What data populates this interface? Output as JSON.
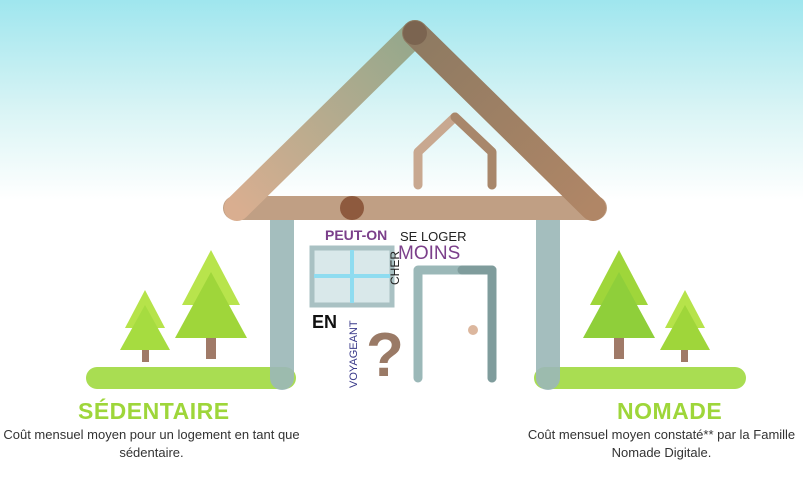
{
  "question": {
    "part1": "PEUT-ON",
    "part2": "SE LOGER",
    "part3": "MOINS",
    "part4": "CHER",
    "part5": "EN",
    "part6": "VOYAGEANT",
    "mark": "?"
  },
  "left": {
    "title": "SÉDENTAIRE",
    "description": "Coût mensuel moyen pour un logement en tant que sédentaire."
  },
  "right": {
    "title": "NOMADE",
    "description": "Coût mensuel moyen constaté** par la Famille Nomade Digitale."
  },
  "colors": {
    "sky": "#9fe6ee",
    "roof": "#c8a88a",
    "wall": "#9bb8b8",
    "tree_light": "#b6e34a",
    "tree_dark": "#8fcf3a",
    "ground": "#a6dc4c",
    "accent_purple": "#7b3f8a"
  }
}
